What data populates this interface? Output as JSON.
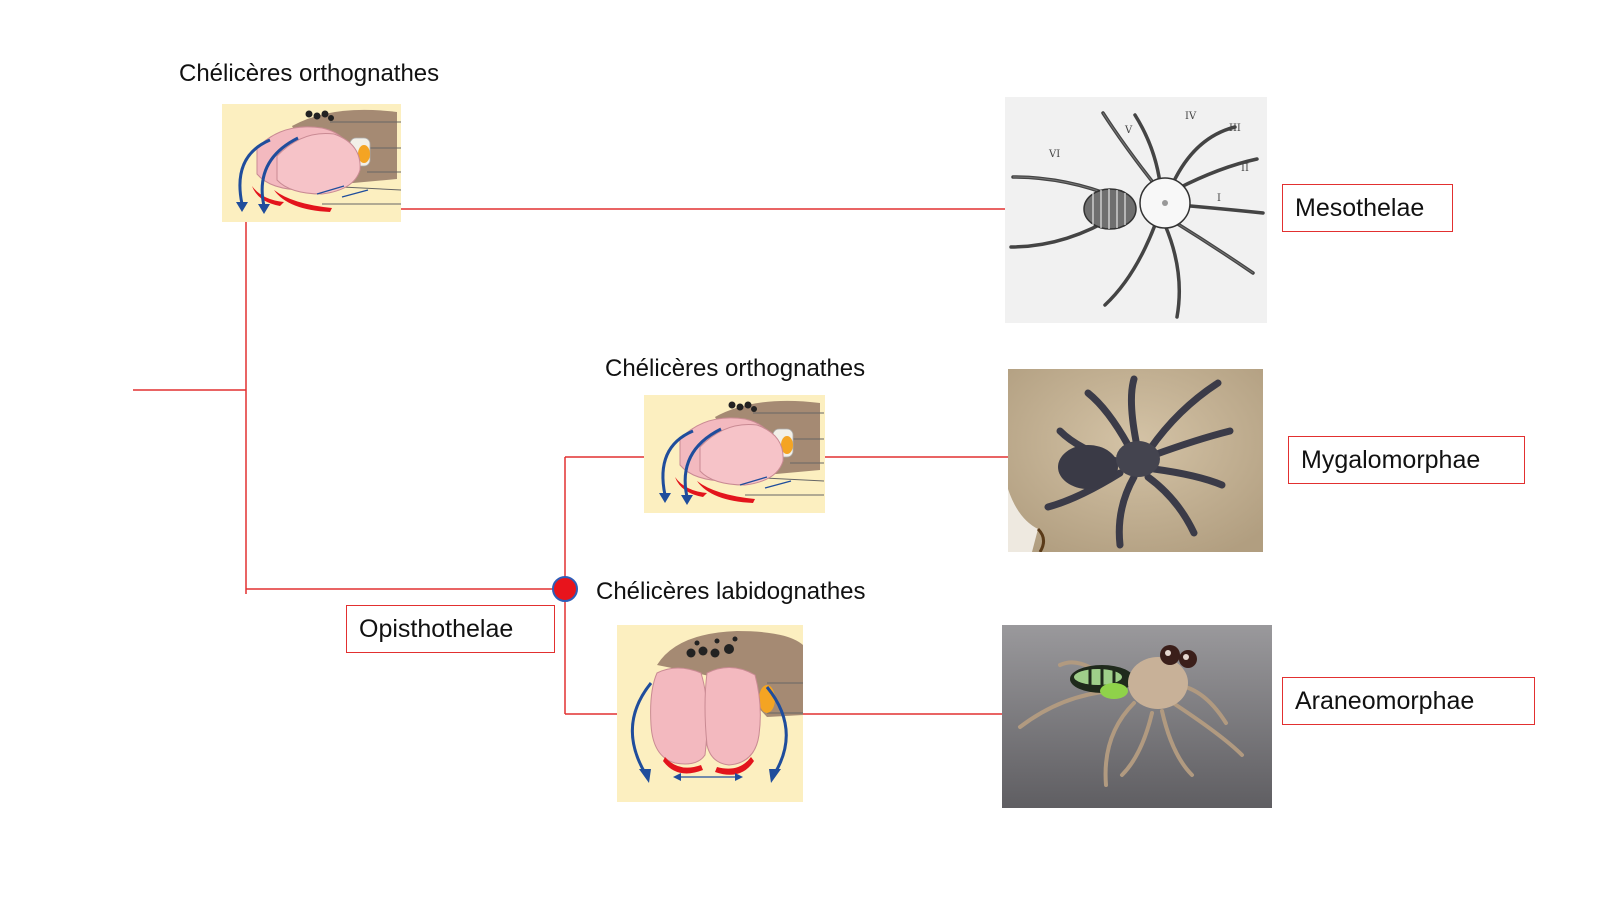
{
  "diagram": {
    "line_color": "#e23030",
    "node_color": "#e8141c",
    "node_outline": "#2e5db8",
    "chelicera_panel_bg": "#fcefc0",
    "chelicera_fang_color": "#e3141c",
    "chelicera_arrow_color": "#1f4d9c",
    "labels": {
      "top_chelicerae": "Chélicères orthognathes",
      "mid_chelicerae": "Chélicères orthognathes",
      "low_chelicerae": "Chélicères labidognathes"
    },
    "taxa": {
      "opisthothelae": "Opisthothelae",
      "mesothelae": "Mesothelae",
      "mygalomorphae": "Mygalomorphae",
      "araneomorphae": "Araneomorphae"
    },
    "sketch_numerals": [
      "I",
      "II",
      "III",
      "IV",
      "V",
      "VI"
    ]
  }
}
